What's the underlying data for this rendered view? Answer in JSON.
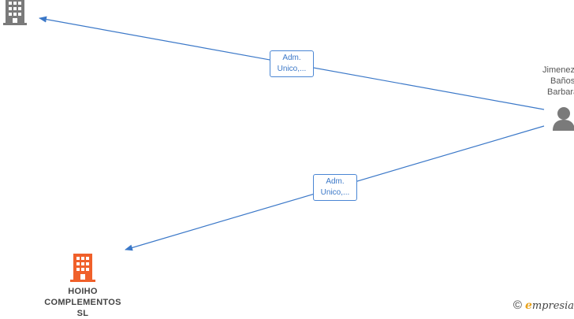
{
  "nodes": {
    "company_top": {
      "name": "",
      "type": "company",
      "color": "#7a7a7a"
    },
    "company_bottom": {
      "name_lines": [
        "HOIHO",
        "COMPLEMENTOS",
        "SL"
      ],
      "type": "company",
      "color": "#f0602a"
    },
    "person": {
      "name_lines": [
        "Jimenez",
        "Baños",
        "Barbara"
      ],
      "type": "person",
      "color": "#7a7a7a"
    }
  },
  "edges": [
    {
      "label_lines": [
        "Adm.",
        "Unico,..."
      ],
      "from": "person",
      "to": "company_top"
    },
    {
      "label_lines": [
        "Adm.",
        "Unico,..."
      ],
      "from": "person",
      "to": "company_bottom"
    }
  ],
  "edge_color": "#3b78c8",
  "watermark": {
    "copyright": "©",
    "brand_first": "e",
    "brand_rest": "mpresia"
  }
}
